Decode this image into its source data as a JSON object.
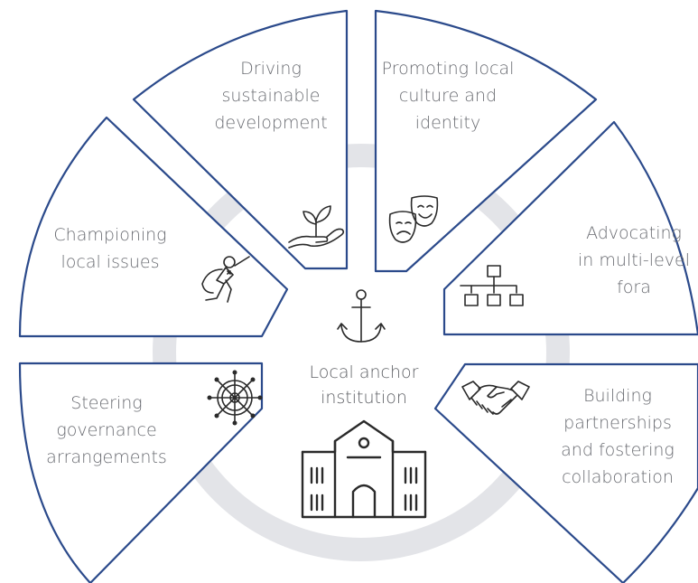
{
  "center": {
    "line1": "Local anchor",
    "line2": "institution",
    "top_icon": "anchor-icon",
    "bottom_icon": "school-building-icon"
  },
  "segments": [
    {
      "key": "driving",
      "lines": [
        "Driving",
        "sustainable",
        "development"
      ],
      "icon": "sprout-in-hand-icon"
    },
    {
      "key": "promoting",
      "lines": [
        "Promoting local",
        "culture and",
        "identity"
      ],
      "icon": "theatre-masks-icon"
    },
    {
      "key": "advocating",
      "lines": [
        "Advocating",
        "in multi-level",
        "fora"
      ],
      "icon": "hierarchy-chart-icon"
    },
    {
      "key": "building",
      "lines": [
        "Building",
        "partnerships",
        "and fostering",
        "collaboration"
      ],
      "icon": "handshake-icon"
    },
    {
      "key": "steering",
      "lines": [
        "Steering",
        "governance",
        "arrangements"
      ],
      "icon": "ship-wheel-icon"
    },
    {
      "key": "championing",
      "lines": [
        "Championing",
        "local issues"
      ],
      "icon": "superhero-icon"
    }
  ],
  "colors": {
    "outline": "#2b4a8b",
    "ring": "#e3e4e8",
    "text": "#6a6c72"
  }
}
